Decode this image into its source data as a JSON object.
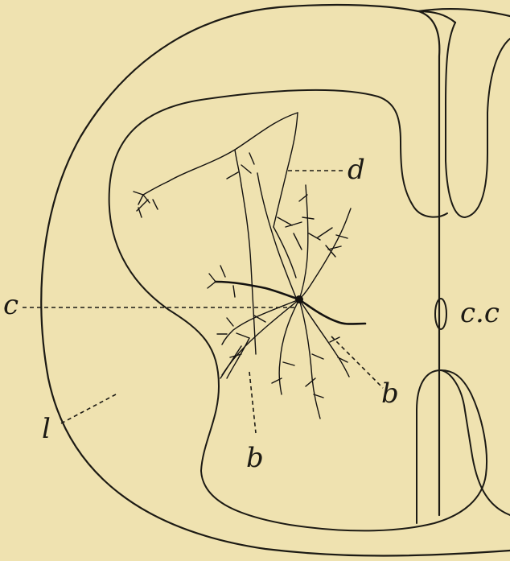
{
  "labels": {
    "d": "d",
    "c": "c",
    "cc": "c.c",
    "b_right": "b",
    "b_lower": "b",
    "l": "l"
  }
}
